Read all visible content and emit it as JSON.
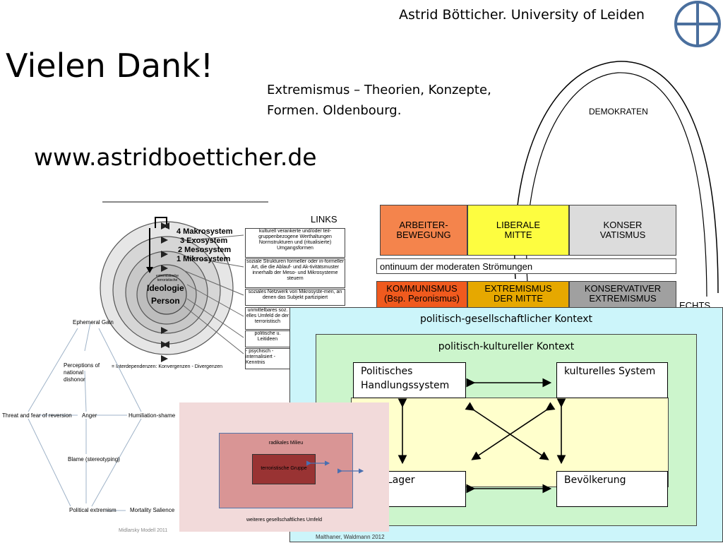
{
  "slide": {
    "author": "Astrid Bötticher. University of Leiden",
    "title": "Vielen Dank!",
    "book_line1": "Extremismus – Theorien, Konzepte,",
    "book_line2": "Formen. Oldenbourg.",
    "url": "www.astridboetticher.de"
  },
  "political_spectrum": {
    "demokraten": "DEMOKRATEN",
    "links": "LINKS",
    "rechts": "ECHTS",
    "moderate_row": [
      {
        "label": "ARBEITER-\nBEWEGUNG",
        "color": "#f4844c"
      },
      {
        "label": "LIBERALE\nMITTE",
        "color": "#fdfd40"
      },
      {
        "label": "KONSER\nVATISMUS",
        "color": "#dcdcdc"
      }
    ],
    "continuum": "ontinuum der moderaten Strömungen",
    "extreme_row": [
      {
        "label": "KOMMUNISMUS\n(Bsp. Peronismus)",
        "color": "#f05a1e"
      },
      {
        "label": "EXTREMISMUS\nDER MITTE",
        "color": "#e6a800"
      },
      {
        "label": "KONSERVATIVER\nEXTREMISMUS",
        "color": "#a0a0a0"
      }
    ]
  },
  "eco_model": {
    "levels": [
      "4  Makrosystem",
      "3  Exosystem",
      "2  Mesosystem",
      "1  Mikrosystem"
    ],
    "center_small": "extremistische terroristische",
    "ideologie": "Ideologie",
    "person": "Person",
    "callouts": [
      "kulturell verankerte und/oder teil-gruppenbezogene Werthaltungen Normstrukturen und (ritualisierte) Umgangsformen",
      "soziale Strukturen formeller oder in-formeller Art, die die Ablauf- und Ak-tivitätsmuster innerhalb der Meso- und Mikrosysteme steuern",
      "soziales Netzwerk von Mikrosyste-men, an denen das Subjekt partizipiert",
      "unmittelbares soz. elles Umfeld de der terroristisch",
      "politische u. Leitideen",
      "- psychisch - internalisiert - Kenntnis"
    ],
    "footer": "= Interdependenzen: Konvergenzen - Divergenzen"
  },
  "hexagon_model": {
    "nodes": {
      "top": "Ephemeral Gain",
      "perceptions": "Perceptions of national dishonor",
      "left": "Threat and fear of reversion",
      "anger": "Anger",
      "right": "Humiliation-shame",
      "blame": "Blame (stereotyping)",
      "extremism": "Political extremism",
      "mortality": "Mortality Salience"
    },
    "credit": "Midlarsky Modell 2011"
  },
  "milieu_model": {
    "radikal": "radikales Milieu",
    "gruppe": "terroristische Gruppe",
    "umfeld": "weiteres gesellschaftliches Umfeld"
  },
  "context_model": {
    "outer": "politisch-gesellschaftlicher Kontext",
    "inner": "politisch-kultureller Kontext",
    "tl": "Politisches\nHandlungssystem",
    "tr": "kulturelles System",
    "bl": "ches  Lager",
    "br": "Bevölkerung",
    "credit": "Malthaner, Waldmann 2012"
  },
  "colors": {
    "context_outer": "#ccf5fa",
    "context_mid": "#ccf5cc",
    "context_inner": "#ffffcc",
    "milieu_bg": "#f2dada",
    "milieu_box": "#d99595",
    "milieu_group": "#993333",
    "logo": "#4a6f9e"
  }
}
